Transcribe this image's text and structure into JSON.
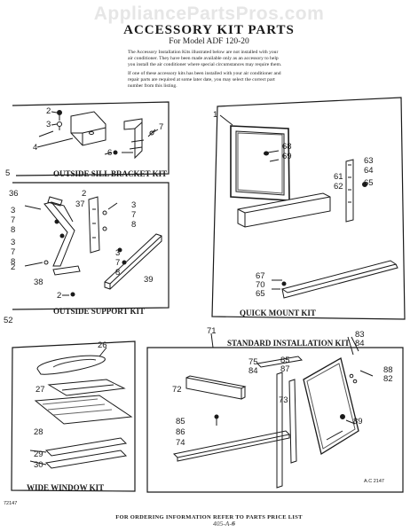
{
  "watermark": "AppliancePartsPros.com",
  "header": {
    "title": "ACCESSORY KIT PARTS",
    "subtitle": "For Model ADF 120-20",
    "intro_1": [
      "The Accessory Installation Kits illustrated below are not installed with your",
      "air conditioner. They have been made available only as an accessory to help",
      "you install the air conditioner where special circumstances may require them."
    ],
    "intro_2": [
      "If one of these accessory kits has been installed with your air conditioner and",
      "repair parts are required at some later date, you may select the correct part",
      "number from this listing."
    ]
  },
  "kits": {
    "sill": "OUTSIDE SILL BRACKET KIT",
    "support": "OUTSIDE SUPPORT KIT",
    "quick": "QUICK MOUNT KIT",
    "standard": "STANDARD INSTALLATION KIT",
    "wide": "WIDE WINDOW KIT"
  },
  "callouts": {
    "sill": {
      "five": "5",
      "two": "2",
      "three": "3",
      "four": "4",
      "six": "6",
      "seven": "7"
    },
    "support": {
      "c36": "36",
      "c2a": "2",
      "c37": "37",
      "c3a": "3",
      "c7a": "7",
      "c8a": "8",
      "c3b": "3",
      "c7b": "7",
      "c8b": "8",
      "c3c": "3",
      "c7c": "7",
      "c8c": "8",
      "c2b": "2",
      "c3d": "3",
      "c7d": "7",
      "c8d": "8",
      "c38": "38",
      "c39": "39",
      "c2c": "2",
      "c52": "52"
    },
    "quick": {
      "c1": "1",
      "c68": "68",
      "c69": "69",
      "c61": "61",
      "c62": "62",
      "c63": "63",
      "c64": "64",
      "c65a": "65",
      "c67": "67",
      "c70": "70",
      "c65b": "65"
    },
    "standard": {
      "c71": "71",
      "c75": "75",
      "c84a": "84",
      "c85a": "85",
      "c87": "87",
      "c83": "83",
      "c84b": "84",
      "c72": "72",
      "c73": "73",
      "c85b": "85",
      "c86": "86",
      "c74": "74",
      "c88": "88",
      "c82": "82",
      "c89": "89"
    },
    "wide": {
      "c26": "26",
      "c27": "27",
      "c28": "28",
      "c29": "29",
      "c30": "30"
    }
  },
  "ac_code": "A.C 2147",
  "footer": {
    "instruction": "FOR ORDERING INFORMATION REFER TO PARTS PRICE LIST",
    "page_code": "72147",
    "page_num": "6",
    "handwritten": "405-A-6"
  }
}
